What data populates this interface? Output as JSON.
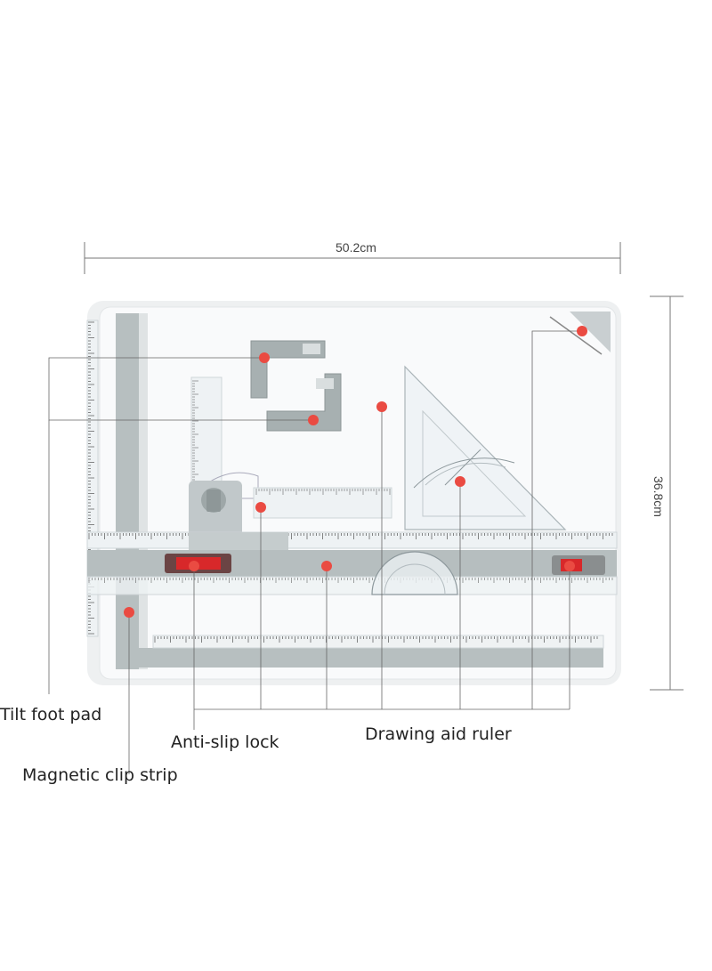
{
  "dimensions": {
    "width_label": "50.2cm",
    "height_label": "36.8cm"
  },
  "callouts": {
    "tilt_foot_pad": "Tilt foot pad",
    "anti_slip_lock": "Anti-slip lock",
    "drawing_aid_ruler": "Drawing aid ruler",
    "magnetic_clip_strip": "Magnetic clip strip"
  },
  "colors": {
    "marker": "#ea4b42",
    "board": "#f7f8f9",
    "rail": "#aab3b3",
    "lock_red": "#d8282a",
    "leader_line": "#555555"
  }
}
